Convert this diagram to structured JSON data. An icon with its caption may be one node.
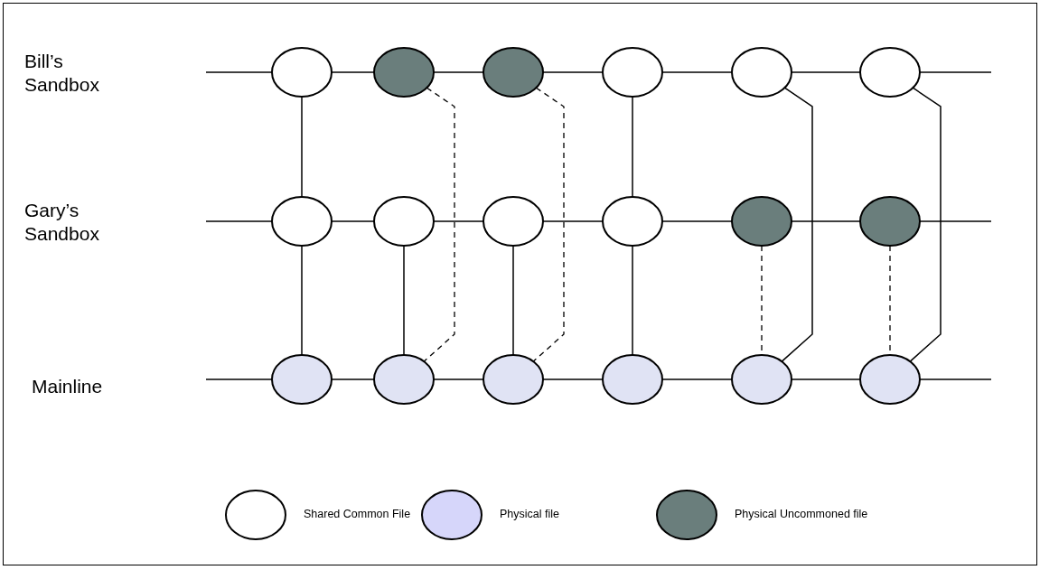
{
  "diagram": {
    "nodes": [
      {
        "text": [],
        "shape": "circle"
      },
      {
        "text": [],
        "shape": "circle"
      },
      {
        "text": [],
        "shape": "circle"
      },
      {
        "text": [],
        "shape": "circle"
      },
      {
        "text": [],
        "shape": "circle"
      },
      {
        "text": [],
        "shape": "circle"
      },
      {
        "text": [],
        "shape": "circle"
      },
      {
        "text": [],
        "shape": "circle"
      },
      {
        "text": [],
        "shape": "circle"
      },
      {
        "text": [],
        "shape": "circle"
      },
      {
        "text": [],
        "shape": "circle"
      },
      {
        "text": [],
        "shape": "circle"
      },
      {
        "text": [],
        "shape": "circle"
      },
      {
        "text": [],
        "shape": "circle"
      },
      {
        "text": [],
        "shape": "circle"
      },
      {
        "text": [],
        "shape": "circle"
      },
      {
        "text": [],
        "shape": "circle"
      },
      {
        "text": [],
        "shape": "circle"
      }
    ],
    "edges": [
      {
        "from": null,
        "to": 0,
        "arrow": "none"
      },
      {
        "from": 0,
        "to": 1,
        "arrow": "none"
      },
      {
        "from": 1,
        "to": 2,
        "arrow": "none"
      },
      {
        "from": 2,
        "to": 3,
        "arrow": "none"
      },
      {
        "from": 3,
        "to": 4,
        "arrow": "none"
      },
      {
        "from": 4,
        "to": 5,
        "arrow": "none"
      },
      {
        "from": 5,
        "to": null,
        "arrow": "none"
      },
      {
        "from": null,
        "to": 6,
        "arrow": "none"
      },
      {
        "from": 6,
        "to": 7,
        "arrow": "none"
      },
      {
        "from": 7,
        "to": 8,
        "arrow": "none"
      },
      {
        "from": 8,
        "to": 9,
        "arrow": "none"
      },
      {
        "from": 9,
        "to": 10,
        "arrow": "none"
      },
      {
        "from": 10,
        "to": 11,
        "arrow": "none"
      },
      {
        "from": 11,
        "to": null,
        "arrow": "none"
      },
      {
        "from": null,
        "to": 12,
        "arrow": "none"
      },
      {
        "from": 12,
        "to": 13,
        "arrow": "none"
      },
      {
        "from": 13,
        "to": 14,
        "arrow": "none"
      },
      {
        "from": 14,
        "to": 15,
        "arrow": "none"
      },
      {
        "from": 15,
        "to": 16,
        "arrow": "none"
      },
      {
        "from": 16,
        "to": 17,
        "arrow": "none"
      },
      {
        "from": 17,
        "to": null,
        "arrow": "none"
      },
      {
        "from": 0,
        "to": 6,
        "arrow": "none"
      },
      {
        "from": 6,
        "to": 12,
        "arrow": "none"
      },
      {
        "from": 1,
        "to": 13,
        "arrow": "none",
        "style": "dashed"
      },
      {
        "from": 7,
        "to": 13,
        "arrow": "none"
      },
      {
        "from": 2,
        "to": 14,
        "arrow": "none",
        "style": "dashed"
      },
      {
        "from": 8,
        "to": 14,
        "arrow": "none"
      },
      {
        "from": 3,
        "to": 9,
        "arrow": "none"
      },
      {
        "from": 9,
        "to": 15,
        "arrow": "none"
      },
      {
        "from": 4,
        "to": 16,
        "arrow": "none"
      },
      {
        "from": 10,
        "to": 16,
        "arrow": "none",
        "style": "dashed"
      },
      {
        "from": 5,
        "to": 17,
        "arrow": "none"
      },
      {
        "from": 11,
        "to": 17,
        "arrow": "none",
        "style": "dashed"
      }
    ],
    "labels": [
      "Bill’s Sandbox",
      "Gary’s Sandbox",
      "Mainline"
    ],
    "legend": [
      {
        "text": "Shared Common File"
      },
      {
        "text": "Physical file",
        "color": "#d6d6fa"
      },
      {
        "text": "Physical Uncommoned file",
        "color": "#6a7e7c"
      }
    ]
  }
}
